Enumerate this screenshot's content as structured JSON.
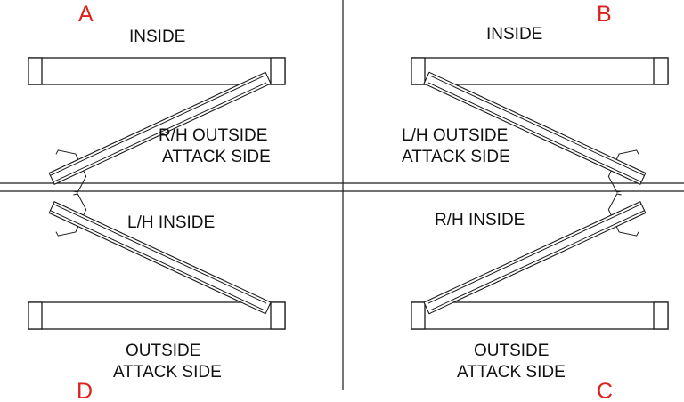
{
  "quadrants": {
    "a": {
      "letter": "A",
      "top_label": "INSIDE",
      "side_label_1": "R/H OUTSIDE",
      "side_label_2": "ATTACK SIDE"
    },
    "b": {
      "letter": "B",
      "top_label": "INSIDE",
      "side_label_1": "L/H OUTSIDE",
      "side_label_2": "ATTACK SIDE"
    },
    "d": {
      "letter": "D",
      "top_label": "L/H INSIDE",
      "bottom_label_1": "OUTSIDE",
      "bottom_label_2": "ATTACK SIDE"
    },
    "c": {
      "letter": "C",
      "top_label": "R/H INSIDE",
      "bottom_label_1": "OUTSIDE",
      "bottom_label_2": "ATTACK SIDE"
    }
  },
  "colors": {
    "quadrant_letter": "#e0201b",
    "lines": "#1a1a1a",
    "background": "#ffffff"
  }
}
